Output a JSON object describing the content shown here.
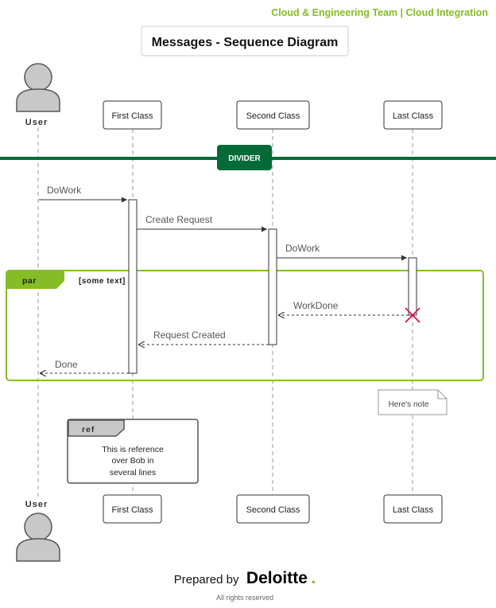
{
  "header": {
    "team": "Cloud & Engineering Team | Cloud Integration"
  },
  "diagram": {
    "title": "Messages - Sequence Diagram",
    "participants": {
      "user": "User",
      "first": "First Class",
      "second": "Second Class",
      "last": "Last Class"
    },
    "divider": "DIVIDER",
    "messages": {
      "m1": "DoWork",
      "m2": "Create Request",
      "m3": "DoWork",
      "m4": "WorkDone",
      "m5": "Request Created",
      "m6": "Done"
    },
    "par": {
      "tag": "par",
      "condition": "[some text]"
    },
    "note": "Here's note",
    "ref": {
      "tag": "ref",
      "line1": "This is reference",
      "line2": "over Bob in",
      "line3": "several lines"
    }
  },
  "footer": {
    "prepared_by": "Prepared by",
    "brand": "Deloitte",
    "brand_dot": ".",
    "rights": "All rights reserved"
  },
  "colors": {
    "green": "#86bc25",
    "dark_green": "#046a38",
    "actor_fill": "#c8c8c8",
    "actor_stroke": "#555555",
    "line": "#333333"
  }
}
